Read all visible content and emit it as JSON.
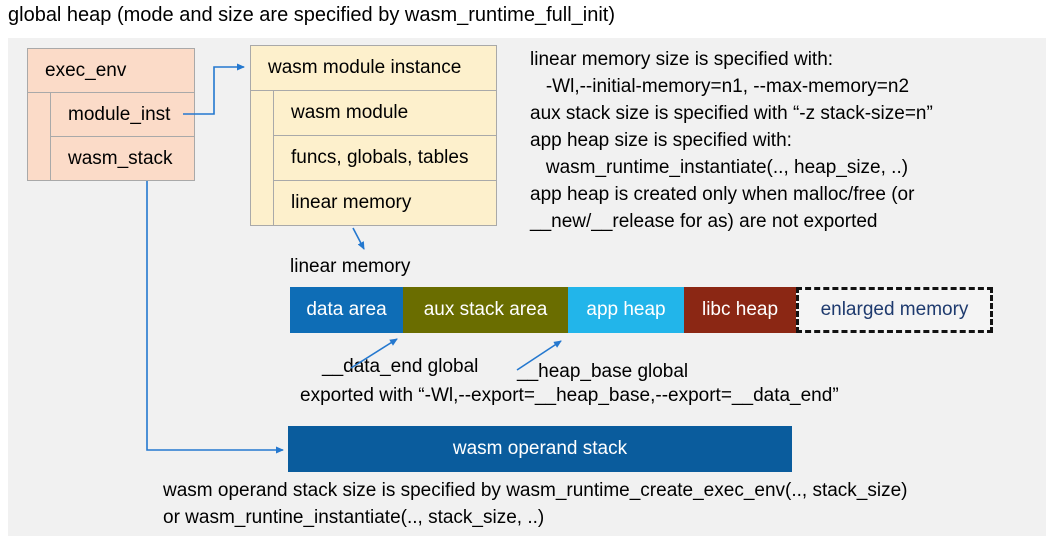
{
  "title": "global heap (mode and size are specified by wasm_runtime_full_init)",
  "exec_env": {
    "header": "exec_env",
    "rows": [
      "module_inst",
      "wasm_stack"
    ]
  },
  "module_instance": {
    "header": "wasm module instance",
    "rows": [
      "wasm module",
      "funcs, globals, tables",
      "linear memory"
    ]
  },
  "right_note": "linear memory size is specified with:\n   -Wl,--initial-memory=n1, --max-memory=n2\naux stack size is specified with “-z stack-size=n”\napp heap size is specified with:\n   wasm_runtime_instantiate(.., heap_size, ..)\napp heap is created only when malloc/free (or\n__new/__release for as) are not exported",
  "linear_memory": {
    "label": "linear memory",
    "segments": [
      {
        "label": "data area",
        "color": "#0e6db6",
        "width": 113,
        "dashed": false
      },
      {
        "label": "aux stack area",
        "color": "#6a6d00",
        "width": 165,
        "dashed": false
      },
      {
        "label": "app heap",
        "color": "#22b5ea",
        "width": 116,
        "dashed": false
      },
      {
        "label": "libc heap",
        "color": "#8b2714",
        "width": 112,
        "dashed": false
      },
      {
        "label": "enlarged memory",
        "color": "#f4f4f4",
        "width": 197,
        "dashed": true
      }
    ]
  },
  "annotations": {
    "data_end": "__data_end global",
    "heap_base": "__heap_base global",
    "exported": "exported with “-Wl,--export=__heap_base,--export=__data_end”",
    "bottom_note": "wasm operand stack size is specified by wasm_runtime_create_exec_env(.., stack_size)\nor wasm_runtine_instantiate(.., stack_size, ..)"
  },
  "operand_stack": {
    "label": "wasm operand stack",
    "color": "#0a5c9d"
  },
  "colors": {
    "arrow": "#2478cf",
    "canvas": "#f1f1f1",
    "enlarged_text": "#1e3a6e"
  }
}
